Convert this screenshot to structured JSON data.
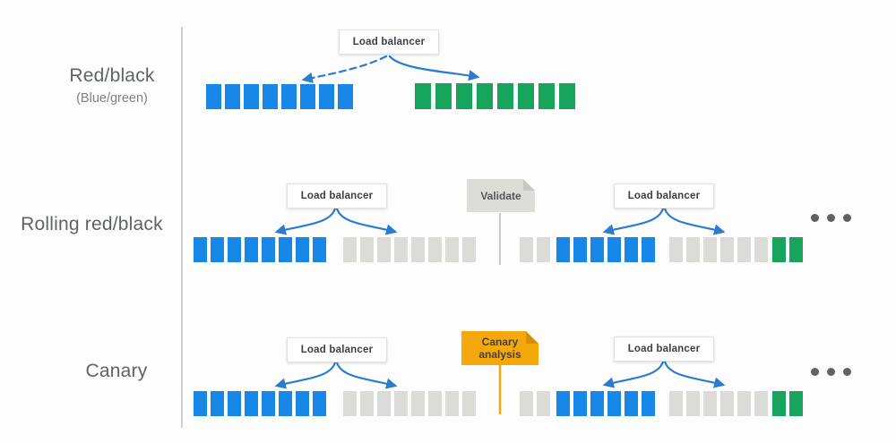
{
  "colors": {
    "blue": "#1787E8",
    "green": "#17A45C",
    "gray": "#DBDBD8",
    "arrow": "#2B7BCE",
    "amber": "#F5A80B",
    "amber_fold": "#D68F00",
    "validate_bg": "#DCDCD9",
    "validate_fold": "#C6C6C2",
    "validate_text": "#54565A",
    "canary_text": "#4C4033",
    "divider": "#D0D0D0",
    "stem_gray": "#C9C9C6",
    "dot": "#5E6266",
    "label": "#5F6368",
    "sublabel": "#7E8287",
    "lb_text": "#3A3F44"
  },
  "labels": {
    "load_balancer": "Load balancer",
    "validate": "Validate",
    "canary_line1": "Canary",
    "canary_line2": "analysis"
  },
  "icons": {
    "ellipsis": "ellipsis-dots",
    "folded_corner": "folded-corner"
  },
  "rows": [
    {
      "name": "Red/black",
      "subname": "(Blue/green)",
      "groups": [
        {
          "colors": [
            "blue",
            "blue",
            "blue",
            "blue",
            "blue",
            "blue",
            "blue",
            "blue"
          ]
        },
        {
          "colors": [
            "green",
            "green",
            "green",
            "green",
            "green",
            "green",
            "green",
            "green"
          ]
        }
      ]
    },
    {
      "name": "Rolling red/black",
      "subname": "",
      "groups": [
        {
          "colors": [
            "blue",
            "blue",
            "blue",
            "blue",
            "blue",
            "blue",
            "blue",
            "blue"
          ]
        },
        {
          "colors": [
            "gray",
            "gray",
            "gray",
            "gray",
            "gray",
            "gray",
            "gray",
            "gray"
          ]
        },
        {
          "colors": [
            "gray",
            "gray"
          ]
        },
        {
          "colors": [
            "blue",
            "blue",
            "blue",
            "blue",
            "blue",
            "blue"
          ]
        },
        {
          "colors": [
            "gray",
            "gray",
            "gray",
            "gray",
            "gray",
            "gray"
          ]
        },
        {
          "colors": [
            "green",
            "green"
          ]
        }
      ]
    },
    {
      "name": "Canary",
      "subname": "",
      "groups": [
        {
          "colors": [
            "blue",
            "blue",
            "blue",
            "blue",
            "blue",
            "blue",
            "blue",
            "blue"
          ]
        },
        {
          "colors": [
            "gray",
            "gray",
            "gray",
            "gray",
            "gray",
            "gray",
            "gray",
            "gray"
          ]
        },
        {
          "colors": [
            "gray",
            "gray"
          ]
        },
        {
          "colors": [
            "blue",
            "blue",
            "blue",
            "blue",
            "blue",
            "blue"
          ]
        },
        {
          "colors": [
            "gray",
            "gray",
            "gray",
            "gray",
            "gray",
            "gray"
          ]
        },
        {
          "colors": [
            "green",
            "green"
          ]
        }
      ]
    }
  ]
}
